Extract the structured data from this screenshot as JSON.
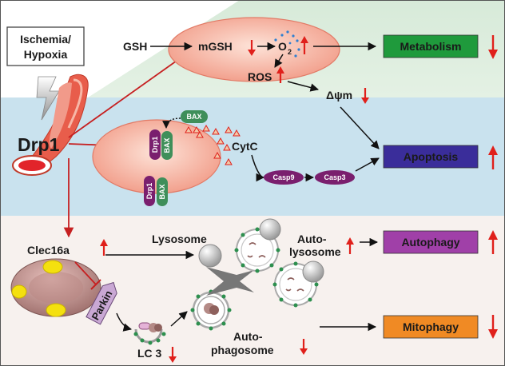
{
  "labels": {
    "stimulus": [
      "Ischemia/",
      "Hypoxia"
    ],
    "drp1": "Drp1",
    "gsh": "GSH",
    "mgsh": "mGSH",
    "o2": "O",
    "o2_sub": "2",
    "ros": "ROS",
    "dpsi": "Δψm",
    "cytc": "CytC",
    "lysosome": "Lysosome",
    "clec16a": "Clec16a",
    "parkin": "Parkin",
    "lc3": "LC 3",
    "autolysosome": [
      "Auto-",
      "lysosome"
    ],
    "autophagosome": [
      "Auto-",
      "phagosome"
    ]
  },
  "proteins": {
    "drp1": "Drp1",
    "bax": "BAX",
    "casp9": "Casp9",
    "casp3": "Casp3"
  },
  "outcomes": [
    {
      "label": "Metabolism",
      "direction": "down",
      "fill": "#1f9a3c",
      "text_color": "#ffe400"
    },
    {
      "label": "Apoptosis",
      "direction": "up",
      "fill": "#3a2d9a",
      "text_color": "#ffe400"
    },
    {
      "label": "Autophagy",
      "direction": "up",
      "fill": "#a040a8",
      "text_color": "#ffe400"
    },
    {
      "label": "Mitophagy",
      "direction": "down",
      "fill": "#f08a24",
      "text_color": "#ffffff"
    }
  ],
  "colors": {
    "up_down_arrow": "#e0201b",
    "protein_purple": "#7a1f6e",
    "protein_green": "#3f8f5a"
  }
}
